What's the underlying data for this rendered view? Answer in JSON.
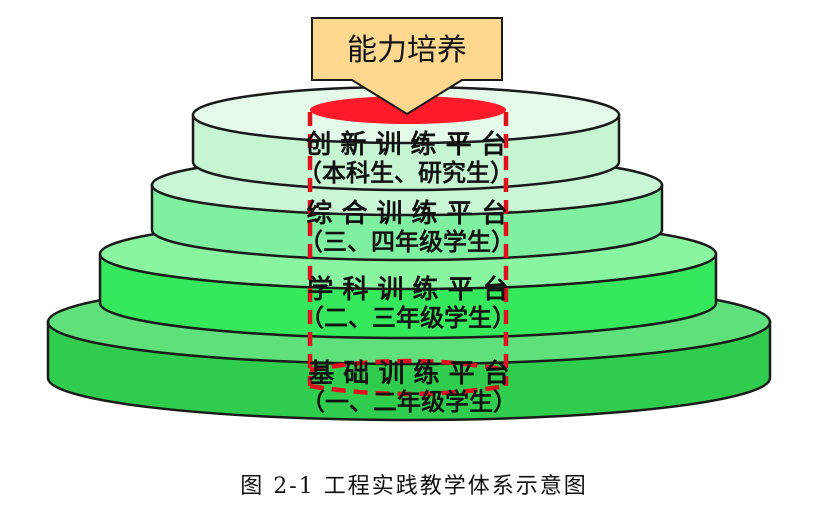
{
  "diagram": {
    "top_label": "能力培养",
    "tiers": [
      {
        "title": "创 新 训 练 平 台",
        "subtitle": "（本科生、研究生）"
      },
      {
        "title": "综 合 训 练 平 台",
        "subtitle": "（三、四年级学生）"
      },
      {
        "title": "学 科 训 练 平 台",
        "subtitle": "（二、三年级学生）"
      },
      {
        "title": "基 础 训 练 平 台",
        "subtitle": "（一、二年级学生）"
      }
    ],
    "colors": {
      "tier_top": [
        "#e4fbe9",
        "#c9f7d6",
        "#8af5a0",
        "#5fe07a"
      ],
      "tier_side": [
        "#c6f5d2",
        "#7ff0a0",
        "#36e85c",
        "#2fcc4d"
      ],
      "core_red": "#ff1a2a",
      "dash_red": "#e01020",
      "box_fill": "#ffd890",
      "outline": "#1a1a1a"
    }
  },
  "caption": "图  2-1    工程实践教学体系示意图"
}
